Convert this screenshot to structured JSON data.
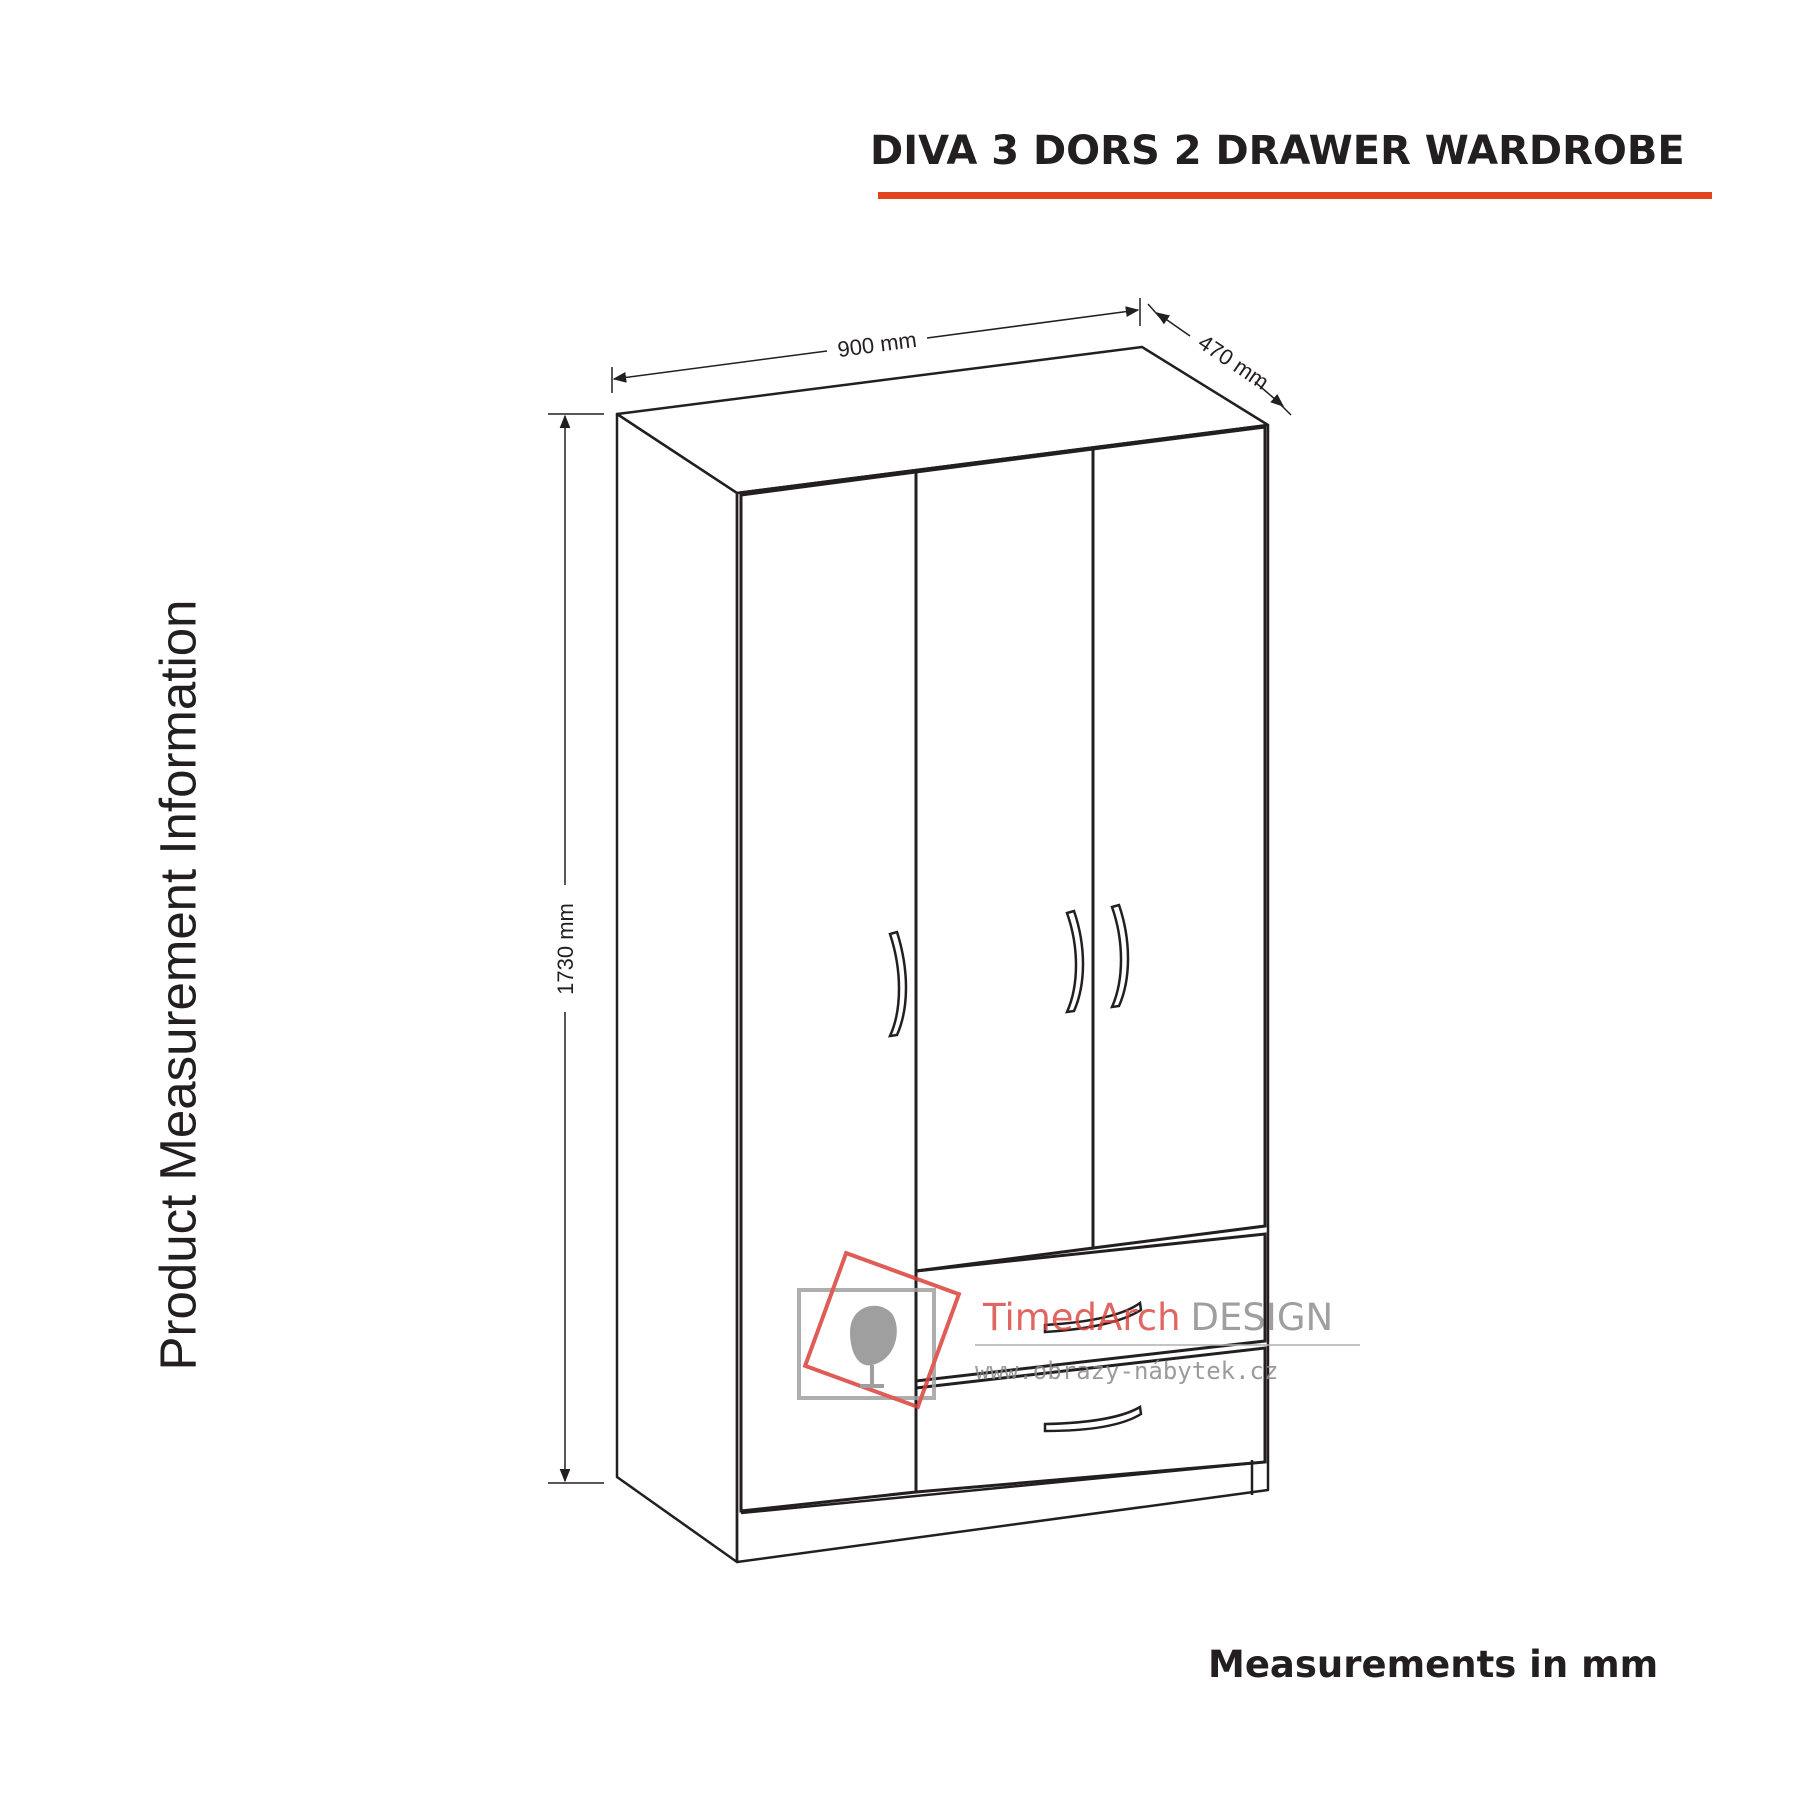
{
  "header": {
    "title": "DIVA 3 DORS 2 DRAWER WARDROBE"
  },
  "side_title": "Product Measurement Information",
  "dimensions": {
    "width": "900 mm",
    "depth": "470 mm",
    "height": "1730 mm"
  },
  "watermark": {
    "brand_part1": "TimedArch",
    "brand_part2": "DESIGN",
    "url": "www.obrazy-nábytek.cz"
  },
  "footer": {
    "note": "Measurements in mm"
  },
  "colors": {
    "accent_rule": "#e0451f",
    "line": "#231f20",
    "watermark_red": "#d9413a",
    "watermark_gray": "#8f8f8f"
  }
}
